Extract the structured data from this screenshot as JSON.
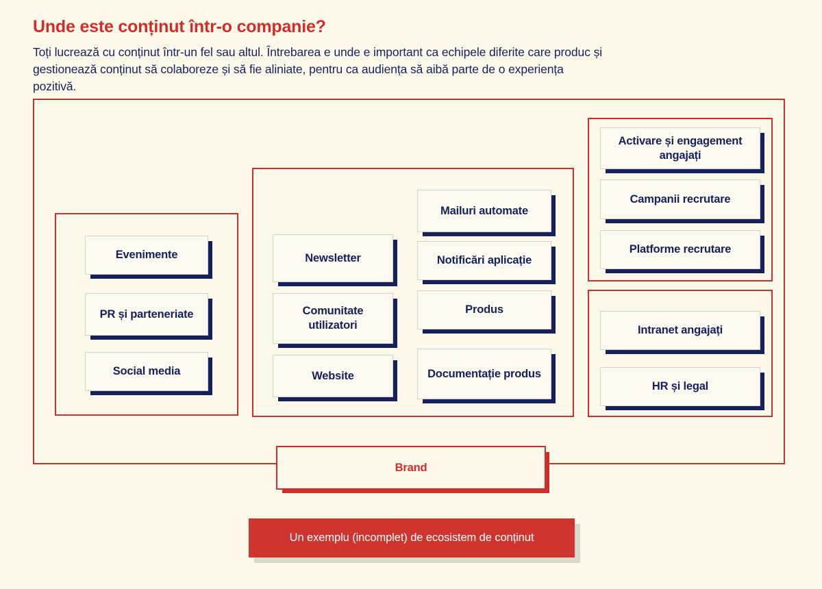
{
  "header": {
    "title": "Unde este conținut într-o companie?",
    "subtitle": "Toți lucrează cu conținut într-un fel sau altul. Întrebarea e unde e important ca echipele diferite care produc și gestionează conținut să colaboreze și să fie aliniate, pentru ca audiența să aibă parte de o experiența pozitivă."
  },
  "colors": {
    "background": "#fdf9ea",
    "accent_red": "#cf2e2b",
    "banner_red": "#cf352e",
    "navy": "#16205c",
    "node_fill": "#fcfaf0",
    "node_border": "#d4d2c8"
  },
  "diagram": {
    "groups": [
      {
        "name": "owned-external",
        "nodes": [
          {
            "label": "Evenimente"
          },
          {
            "label": "PR și\nparteneriate"
          },
          {
            "label": "Social media"
          }
        ]
      },
      {
        "name": "digital",
        "nodes": [
          {
            "label": "Newsletter"
          },
          {
            "label": "Comunitate\nutilizatori"
          },
          {
            "label": "Website"
          },
          {
            "label": "Mailuri automate"
          },
          {
            "label": "Notificări aplicație"
          },
          {
            "label": "Produs"
          },
          {
            "label": "Documentație\nprodus"
          }
        ]
      },
      {
        "name": "recruiting",
        "nodes": [
          {
            "label": "Activare și engagement\nangajați"
          },
          {
            "label": "Campanii recrutare"
          },
          {
            "label": "Platforme recrutare"
          }
        ]
      },
      {
        "name": "internal",
        "nodes": [
          {
            "label": "Intranet angajați"
          },
          {
            "label": "HR și legal"
          }
        ]
      }
    ],
    "nodes": {
      "evenimente": "Evenimente",
      "pr_parteneriate": "PR și parteneriate",
      "social_media": "Social media",
      "newsletter": "Newsletter",
      "comunitate_utilizatori": "Comunitate utilizatori",
      "website": "Website",
      "mailuri_automate": "Mailuri automate",
      "notificari_aplicatie": "Notificări aplicație",
      "produs": "Produs",
      "documentatie_produs": "Documentație produs",
      "activare_engagement": "Activare și engagement angajați",
      "campanii_recrutare": "Campanii recrutare",
      "platforme_recrutare": "Platforme recrutare",
      "intranet_angajati": "Intranet angajați",
      "hr_legal": "HR și legal",
      "brand": "Brand"
    }
  },
  "caption": {
    "text": "Un exemplu (incomplet) de ecosistem de conținut"
  }
}
